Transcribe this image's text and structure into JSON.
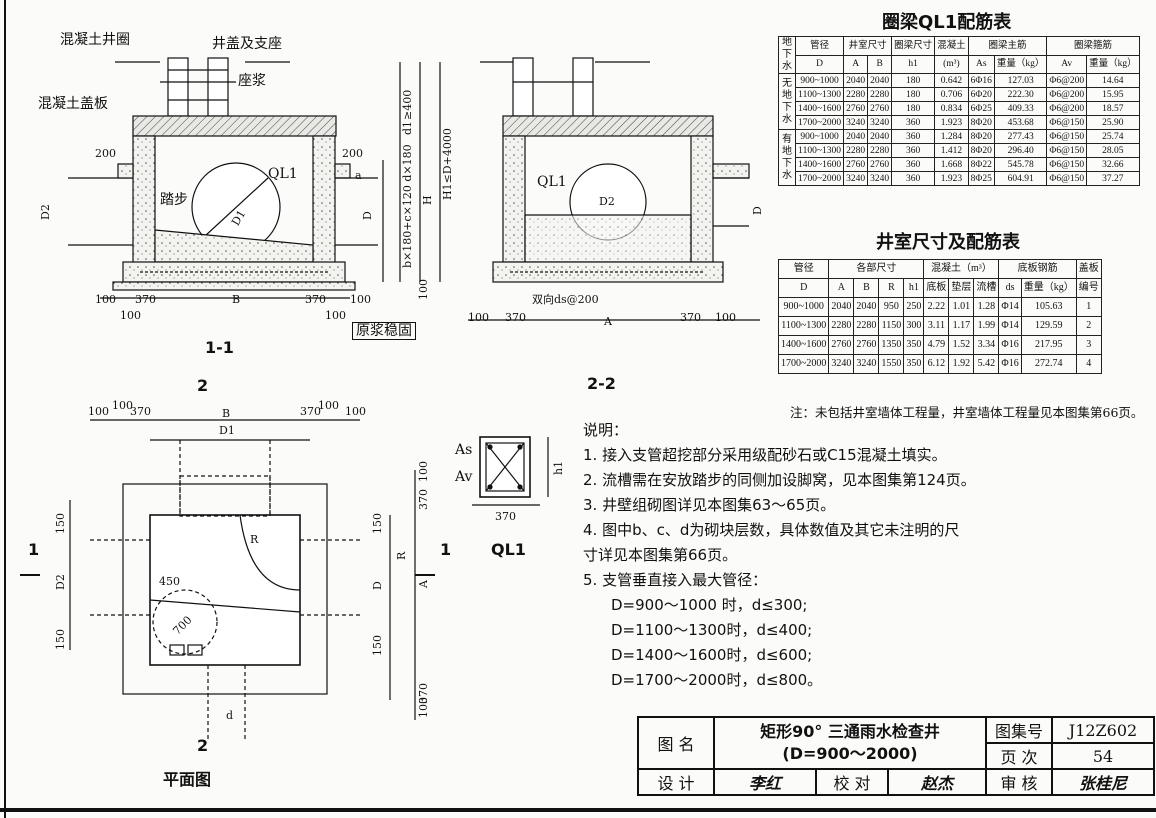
{
  "plan": {
    "labels": {
      "concrete_ring": "混凝土井圈",
      "cover_seat": "井盖及支座",
      "mortar": "座浆",
      "concrete_cover_plate": "混凝土盖板",
      "ql1": "QL1",
      "step": "踏步",
      "grout": "原浆稳固",
      "d2": "D2",
      "d1": "D1",
      "d": "D",
      "b": "B",
      "a": "A",
      "h": "H",
      "h1": "h1",
      "r": "R",
      "d_small": "d",
      "as": "As",
      "av": "Av",
      "double_bar": "双向ds@200"
    },
    "dims": {
      "d200": "200",
      "d100": "100",
      "d370": "370",
      "d400": "≥400",
      "d150": "150",
      "d450": "450",
      "d700": "700",
      "h_formula": "b×180+c×120 d×180",
      "h1_formula": "H1≤D+4000",
      "d1_h": "d1",
      "a_dim": "a"
    },
    "section_titles": {
      "s11": "1-1",
      "s22": "2-2",
      "plan": "平面图",
      "ql1_detail": "QL1",
      "cut1": "1",
      "cut2": "2"
    }
  },
  "ql1_table": {
    "title": "圈梁QL1配筋表",
    "header_row1": [
      "地下水",
      "管径",
      "井室尺寸",
      "圈梁尺寸",
      "混凝土",
      "圈梁主筋",
      "圈梁箍筋"
    ],
    "header_row2": [
      "D",
      "A",
      "B",
      "h1",
      "(m³)",
      "As",
      "重量（kg）",
      "Av",
      "重量（kg）"
    ],
    "groups": [
      {
        "label": "无地下水",
        "rows": [
          [
            "900~1000",
            "2040",
            "2040",
            "180",
            "0.642",
            "6Φ16",
            "127.03",
            "Φ6@200",
            "14.64"
          ],
          [
            "1100~1300",
            "2280",
            "2280",
            "180",
            "0.706",
            "6Φ20",
            "222.30",
            "Φ6@200",
            "15.95"
          ],
          [
            "1400~1600",
            "2760",
            "2760",
            "180",
            "0.834",
            "6Φ25",
            "409.33",
            "Φ6@200",
            "18.57"
          ],
          [
            "1700~2000",
            "3240",
            "3240",
            "360",
            "1.923",
            "8Φ20",
            "453.68",
            "Φ6@150",
            "25.90"
          ]
        ]
      },
      {
        "label": "有地下水",
        "rows": [
          [
            "900~1000",
            "2040",
            "2040",
            "360",
            "1.284",
            "8Φ20",
            "277.43",
            "Φ6@150",
            "25.74"
          ],
          [
            "1100~1300",
            "2280",
            "2280",
            "360",
            "1.412",
            "8Φ20",
            "296.40",
            "Φ6@150",
            "28.05"
          ],
          [
            "1400~1600",
            "2760",
            "2760",
            "360",
            "1.668",
            "8Φ22",
            "545.78",
            "Φ6@150",
            "32.66"
          ],
          [
            "1700~2000",
            "3240",
            "3240",
            "360",
            "1.923",
            "8Φ25",
            "604.91",
            "Φ6@150",
            "37.27"
          ]
        ]
      }
    ]
  },
  "chamber_table": {
    "title": "井室尺寸及配筋表",
    "header_row1": [
      "管径",
      "各部尺寸",
      "混凝土（m³）",
      "底板钢筋",
      "盖板"
    ],
    "header_row2": [
      "D",
      "A",
      "B",
      "R",
      "h1",
      "底板",
      "垫层",
      "流槽",
      "ds",
      "重量（kg）",
      "编号"
    ],
    "rows": [
      [
        "900~1000",
        "2040",
        "2040",
        "950",
        "250",
        "2.22",
        "1.01",
        "1.28",
        "Φ14",
        "105.63",
        "1"
      ],
      [
        "1100~1300",
        "2280",
        "2280",
        "1150",
        "300",
        "3.11",
        "1.17",
        "1.99",
        "Φ14",
        "129.59",
        "2"
      ],
      [
        "1400~1600",
        "2760",
        "2760",
        "1350",
        "350",
        "4.79",
        "1.52",
        "3.34",
        "Φ16",
        "217.95",
        "3"
      ],
      [
        "1700~2000",
        "3240",
        "3240",
        "1550",
        "350",
        "6.12",
        "1.92",
        "5.42",
        "Φ16",
        "272.74",
        "4"
      ]
    ],
    "note": "注：未包括井室墙体工程量，井室墙体工程量见本图集第66页。"
  },
  "notes": {
    "heading": "说明：",
    "items": [
      "1. 接入支管超挖部分采用级配砂石或C15混凝土填实。",
      "2. 流槽需在安放踏步的同侧加设脚窝，见本图集第124页。",
      "3. 井壁组砌图详见本图集63～65页。",
      "4. 图中b、c、d为砌块层数，具体数值及其它未注明的尺",
      "    寸详见本图集第66页。",
      "5. 支管垂直接入最大管径：",
      "D=900～1000 时，d≤300;",
      "D=1100～1300时，d≤400;",
      "D=1400～1600时，d≤600;",
      "D=1700～2000时，d≤800。"
    ]
  },
  "title_block": {
    "name_label": "图 名",
    "name_line1": "矩形90° 三通雨水检查井",
    "name_line2": "(D=900～2000)",
    "atlas_label": "图集号",
    "atlas_value": "J12Z602",
    "page_label": "页 次",
    "page_value": "54",
    "design_label": "设 计",
    "design_sign": "李红",
    "check_label": "校 对",
    "check_sign": "赵杰",
    "review_label": "审 核",
    "review_sign": "张桂尼"
  }
}
